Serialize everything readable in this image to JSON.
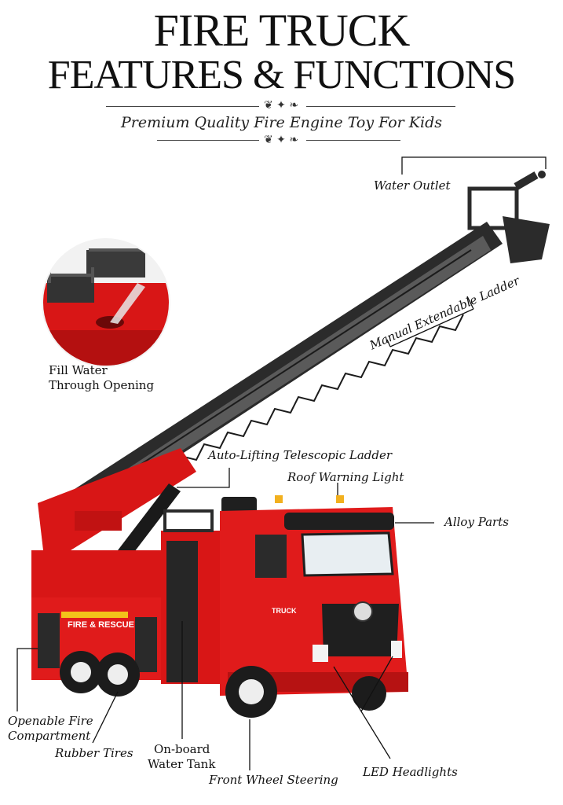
{
  "title": {
    "line1": "FIRE TRUCK",
    "line2": "FEATURES & FUNCTIONS",
    "subtitle": "Premium Quality Fire Engine Toy For Kids"
  },
  "truck_decals": {
    "side": "FIRE & RESCUE",
    "door": "TRUCK"
  },
  "labels": {
    "water_outlet": "Water Outlet",
    "manual_ladder": "Manual Extendable Ladder",
    "fill_water_1": "Fill Water",
    "fill_water_2": "Through Opening",
    "auto_ladder": "Auto-Lifting Telescopic Ladder",
    "roof_light": "Roof Warning Light",
    "alloy": "Alloy Parts",
    "openable_1": "Openable Fire",
    "openable_2": "Compartment",
    "rubber_tires": "Rubber Tires",
    "water_tank_1": "On-board",
    "water_tank_2": "Water Tank",
    "front_steering": "Front Wheel Steering",
    "led": "LED Headlights"
  },
  "colors": {
    "truck_red": "#e01b1b",
    "dark_red": "#a50f0f",
    "ladder_gray": "#3a3a3a",
    "ink": "#111111"
  }
}
